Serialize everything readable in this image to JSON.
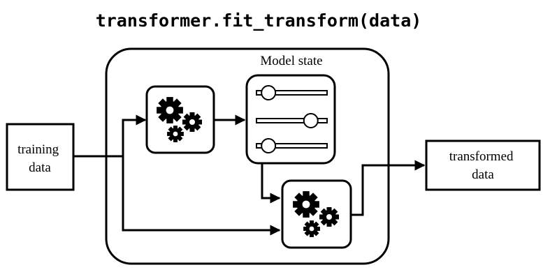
{
  "title": "transformer.fit_transform(data)",
  "model_state_label": "Model state",
  "input_label": [
    "training",
    "data"
  ],
  "output_label": [
    "transformed",
    "data"
  ],
  "sliders": [
    {
      "position": 0.17
    },
    {
      "position": 0.77
    },
    {
      "position": 0.17
    }
  ],
  "icons": {
    "fit_step": "gears-icon",
    "transform_step": "gears-icon"
  },
  "colors": {
    "stroke": "#000000",
    "background": "#ffffff"
  }
}
